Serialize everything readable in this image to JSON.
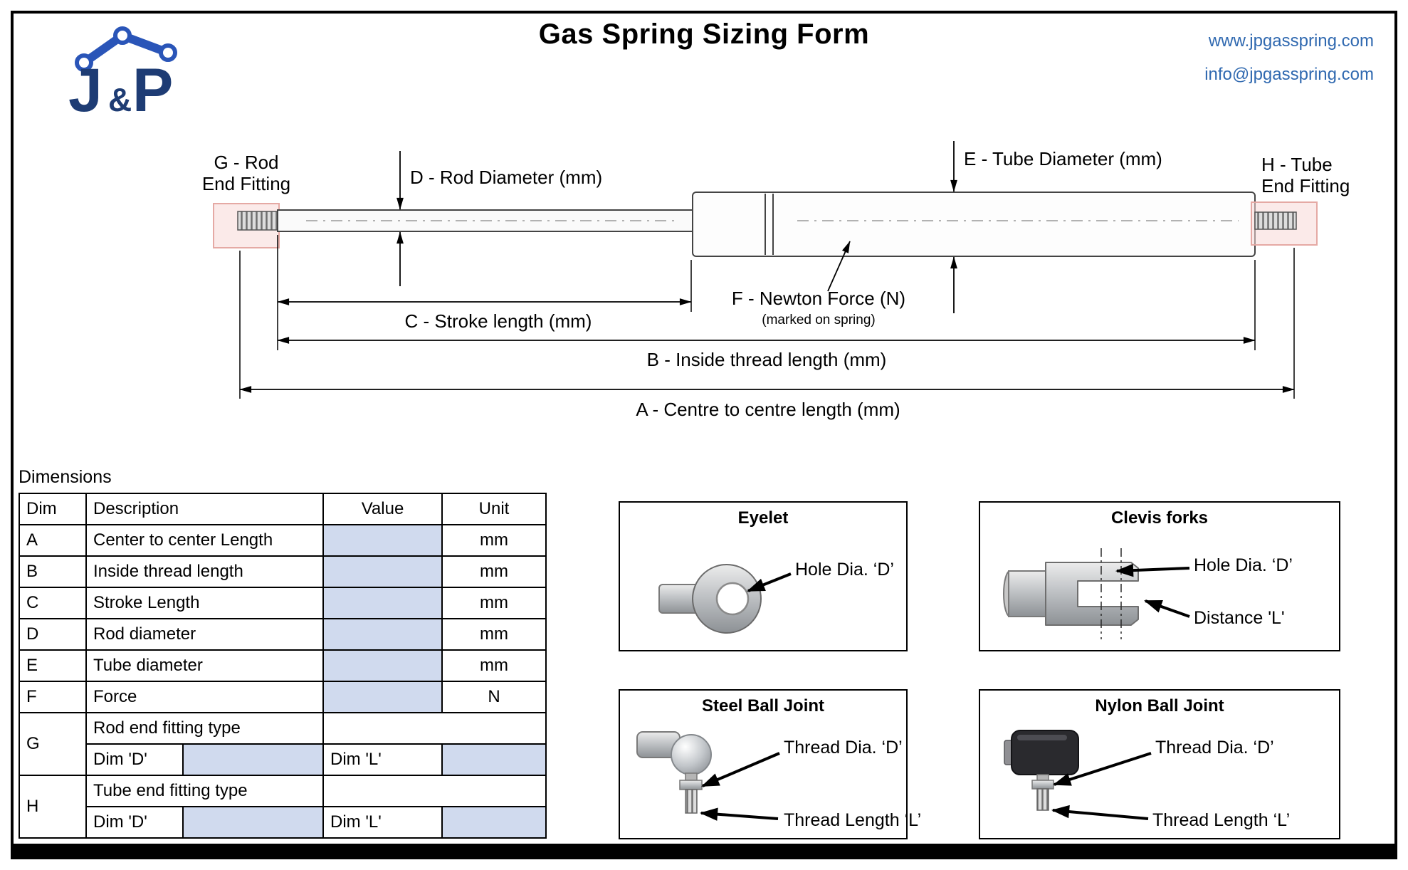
{
  "header": {
    "title": "Gas Spring Sizing Form",
    "logo": {
      "j": "J",
      "amp": "&",
      "p": "P"
    },
    "website": "www.jpgasspring.com",
    "email": "info@jpgasspring.com"
  },
  "diagram": {
    "g_label_1": "G - Rod",
    "g_label_2": "End Fitting",
    "d_label": "D - Rod Diameter (mm)",
    "e_label": "E - Tube Diameter (mm)",
    "h_label_1": "H - Tube",
    "h_label_2": "End Fitting",
    "f_label": "F - Newton Force (N)",
    "f_note": "(marked on spring)",
    "c_label": "C - Stroke length (mm)",
    "b_label": "B - Inside thread length (mm)",
    "a_label": "A - Centre to centre length (mm)"
  },
  "dimensions": {
    "section_title": "Dimensions",
    "headers": {
      "dim": "Dim",
      "description": "Description",
      "value": "Value",
      "unit": "Unit"
    },
    "rows": [
      {
        "dim": "A",
        "description": "Center to center Length",
        "value": "",
        "unit": "mm"
      },
      {
        "dim": "B",
        "description": "Inside thread length",
        "value": "",
        "unit": "mm"
      },
      {
        "dim": "C",
        "description": "Stroke Length",
        "value": "",
        "unit": "mm"
      },
      {
        "dim": "D",
        "description": "Rod diameter",
        "value": "",
        "unit": "mm"
      },
      {
        "dim": "E",
        "description": "Tube diameter",
        "value": "",
        "unit": "mm"
      },
      {
        "dim": "F",
        "description": "Force",
        "value": "",
        "unit": "N"
      }
    ],
    "fitting_rows": [
      {
        "dim": "G",
        "type_label": "Rod end fitting type",
        "dim_d_label": "Dim 'D'",
        "dim_d_value": "",
        "dim_l_label": "Dim 'L'",
        "dim_l_value": ""
      },
      {
        "dim": "H",
        "type_label": "Tube end fitting type",
        "dim_d_label": "Dim 'D'",
        "dim_d_value": "",
        "dim_l_label": "Dim 'L'",
        "dim_l_value": ""
      }
    ]
  },
  "fitting_boxes": [
    {
      "title": "Eyelet",
      "label_1": "Hole Dia. ‘D’"
    },
    {
      "title": "Clevis forks",
      "label_1": "Hole Dia. ‘D’",
      "label_2": "Distance 'L'"
    },
    {
      "title": "Steel Ball Joint",
      "label_1": "Thread Dia. ‘D’",
      "label_2": "Thread Length ‘L’"
    },
    {
      "title": "Nylon Ball Joint",
      "label_1": "Thread Dia. ‘D’",
      "label_2": "Thread Length ‘L’"
    }
  ],
  "colors": {
    "link_blue": "#3069b0",
    "logo_navy": "#1e3c74",
    "logo_arm_blue": "#2a55b8",
    "input_cell_fill": "#d0daee",
    "fitting_highlight_pink": "#f7d9d7",
    "line_black": "#000000"
  }
}
